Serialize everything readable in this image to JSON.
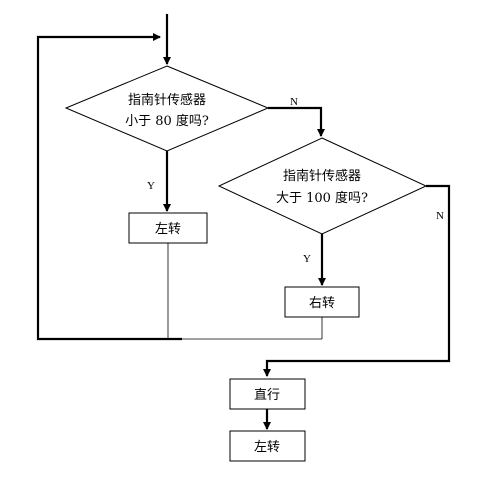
{
  "diagram": {
    "decision1": {
      "line1": "指南针传感器",
      "line2": "小于 80 度吗?"
    },
    "decision2": {
      "line1": "指南针传感器",
      "line2": "大于 100 度吗?"
    },
    "box_left_turn_1": {
      "label": "左转"
    },
    "box_right_turn": {
      "label": "右转"
    },
    "box_straight": {
      "label": "直行"
    },
    "box_left_turn_2": {
      "label": "左转"
    },
    "edge_labels": {
      "d1_yes": "Y",
      "d1_no": "N",
      "d2_yes": "Y",
      "d2_no": "N"
    }
  }
}
